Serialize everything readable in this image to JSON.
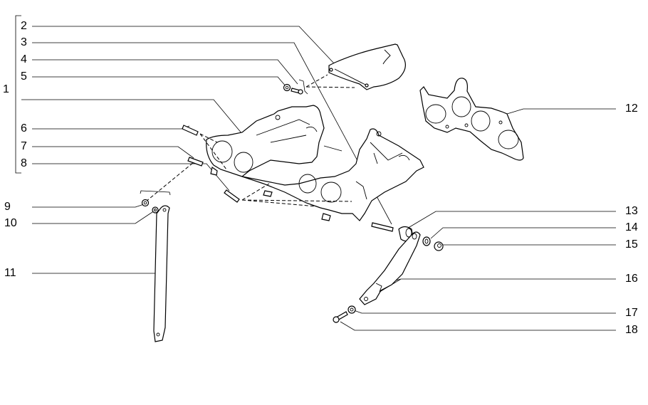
{
  "diagram": {
    "title": "Exhaust manifold exploded view",
    "callouts": [
      {
        "id": "1",
        "text": "1"
      },
      {
        "id": "2",
        "text": "2"
      },
      {
        "id": "3",
        "text": "3"
      },
      {
        "id": "4",
        "text": "4"
      },
      {
        "id": "5",
        "text": "5"
      },
      {
        "id": "6",
        "text": "6"
      },
      {
        "id": "7",
        "text": "7"
      },
      {
        "id": "8",
        "text": "8"
      },
      {
        "id": "9",
        "text": "9"
      },
      {
        "id": "10",
        "text": "10"
      },
      {
        "id": "11",
        "text": "11"
      },
      {
        "id": "12",
        "text": "12"
      },
      {
        "id": "13",
        "text": "13"
      },
      {
        "id": "14",
        "text": "14"
      },
      {
        "id": "15",
        "text": "15"
      },
      {
        "id": "16",
        "text": "16"
      },
      {
        "id": "17",
        "text": "17"
      },
      {
        "id": "18",
        "text": "18"
      }
    ]
  }
}
